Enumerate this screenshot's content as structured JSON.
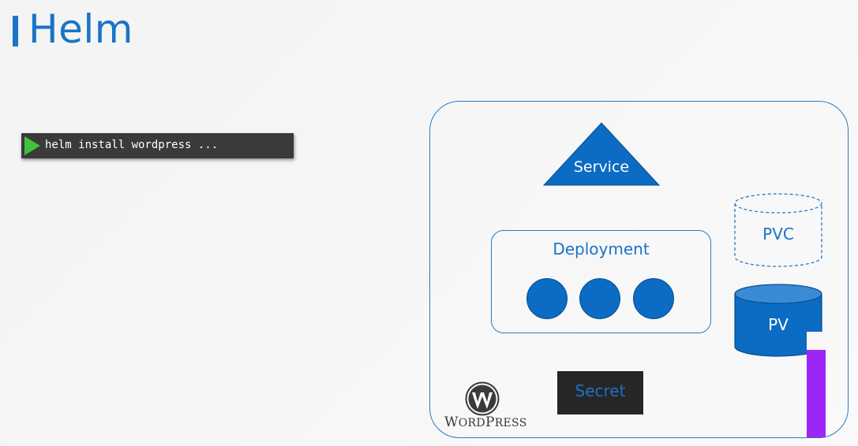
{
  "header": {
    "title": "Helm"
  },
  "terminal": {
    "command": "helm install wordpress ...",
    "run_icon": "play-icon"
  },
  "diagram": {
    "service": {
      "label": "Service"
    },
    "deployment": {
      "label": "Deployment",
      "pod_count": 3
    },
    "pvc": {
      "label": "PVC"
    },
    "pv": {
      "label": "PV"
    },
    "secret": {
      "label": "Secret"
    },
    "logo": {
      "icon": "wordpress-icon",
      "wordmark_initial_1": "W",
      "wordmark_rest_1": "ORD",
      "wordmark_initial_2": "P",
      "wordmark_rest_2": "RESS"
    }
  },
  "colors": {
    "accent": "#1a73c8",
    "pod_fill": "#0c6bc2",
    "terminal_bg": "#3a3a3a",
    "play_green": "#3ec43e",
    "secret_bg": "#262626",
    "scrollbar": "#9c27f5"
  }
}
